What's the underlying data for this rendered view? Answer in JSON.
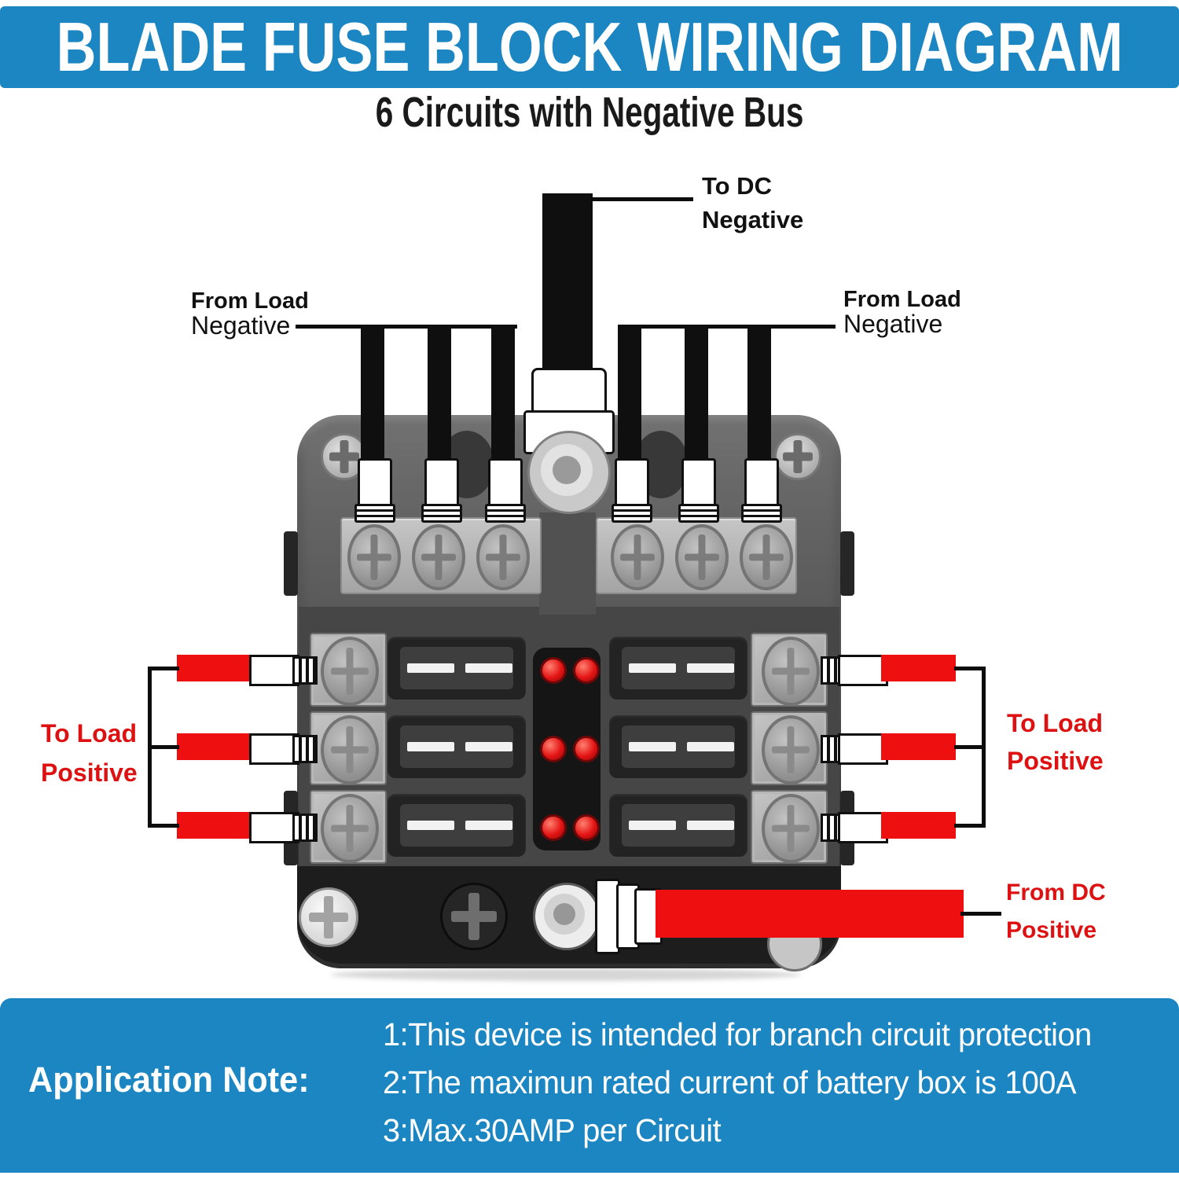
{
  "header": {
    "title": "BLADE FUSE BLOCK WIRING DIAGRAM",
    "subtitle": "6 Circuits with Negative Bus"
  },
  "labels": {
    "to_dc": {
      "line1": "To DC",
      "line2": "Negative"
    },
    "from_load_left": {
      "line1": "From Load",
      "line2": "Negative"
    },
    "from_load_right": {
      "line1": "From Load",
      "line2": "Negative"
    },
    "to_load_left": {
      "line1": "To Load",
      "line2": "Positive"
    },
    "to_load_right": {
      "line1": "To Load",
      "line2": "Positive"
    },
    "from_dc": {
      "line1": "From DC",
      "line2": "Positive"
    }
  },
  "application_note": {
    "heading": "Application Note:",
    "items": [
      "1:This device is intended for branch circuit protection",
      "2:The maximun rated current of battery box is 100A",
      "3:Max.30AMP per Circuit"
    ]
  },
  "colors": {
    "banner_blue": "#1b86c2",
    "wire_red": "#ee0f10",
    "label_red": "#dd1111",
    "led_red": "#e31414",
    "wire_black": "#0f0f0f"
  }
}
